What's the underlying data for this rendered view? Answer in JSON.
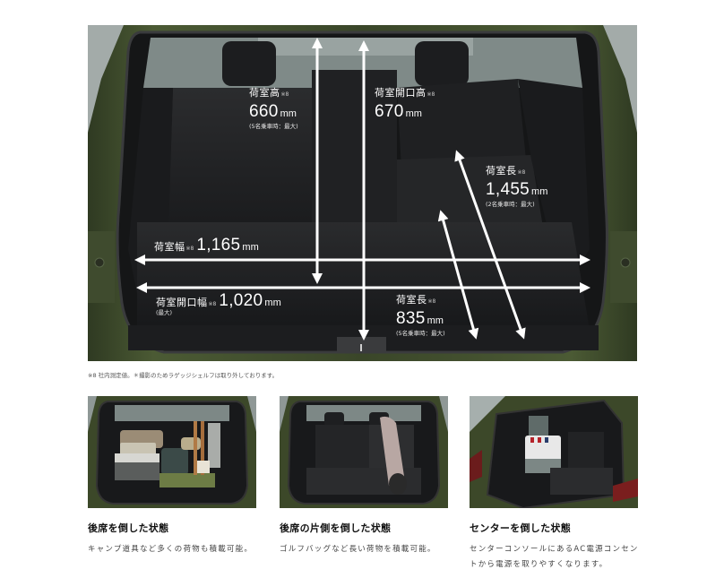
{
  "hero": {
    "alt": "cargo-space-dimensions",
    "dimensions": {
      "height": {
        "label": "荷室高",
        "mark": "※8",
        "value": "660",
        "unit": "mm",
        "note": "(5名乗車時：最大)"
      },
      "opening_height": {
        "label": "荷室開口高",
        "mark": "※8",
        "value": "670",
        "unit": "mm"
      },
      "length_2seat": {
        "label": "荷室長",
        "mark": "※8",
        "value": "1,455",
        "unit": "mm",
        "note": "(2名乗車時：最大)"
      },
      "width": {
        "label": "荷室幅",
        "mark": "※8",
        "value": "1,165",
        "unit": "mm"
      },
      "opening_width": {
        "label": "荷室開口幅",
        "mark": "※8",
        "value": "1,020",
        "unit": "mm",
        "note": "(最大)"
      },
      "length_5seat": {
        "label": "荷室長",
        "mark": "※8",
        "value": "835",
        "unit": "mm",
        "note": "(5名乗車時：最大)"
      }
    }
  },
  "footnote": "※8 社内測定値。＊撮影のためラゲッジシェルフは取り外しております。",
  "cards": [
    {
      "title": "後席を倒した状態",
      "desc": "キャンプ道具など多くの荷物も積載可能。"
    },
    {
      "title": "後席の片側を倒した状態",
      "desc": "ゴルフバッグなど長い荷物を積載可能。"
    },
    {
      "title": "センターを倒した状態",
      "desc": "センターコンソールにあるAC電源コンセントから電源を取りやすくなります。"
    }
  ],
  "colors": {
    "body_green": "#3d4a2c",
    "interior_dark": "#1e1f21",
    "arrow": "#ffffff",
    "backdrop": "#a3aba9"
  }
}
